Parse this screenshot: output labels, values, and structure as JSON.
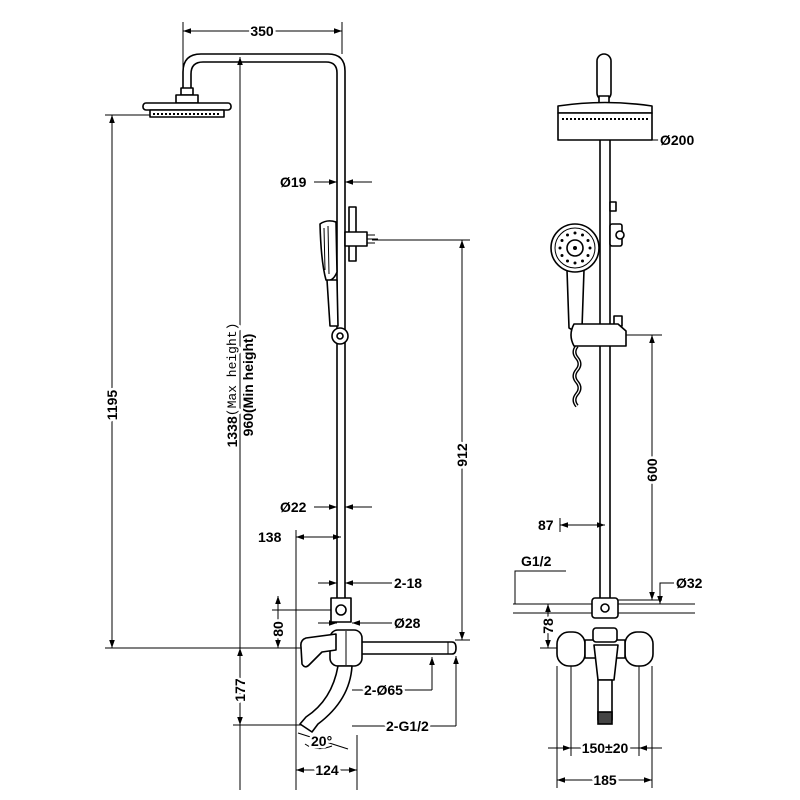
{
  "side_view": {
    "width_350": "350",
    "dia_19": "Ø19",
    "height_1195": "1195",
    "max_height_value": "1338",
    "max_height_note": "(Max height)",
    "min_height": "960(Min height)",
    "holder_912": "912",
    "dia_22": "Ø22",
    "offset_138": "138",
    "thread_2_18": "2-18",
    "offset_80": "80",
    "dia_28": "Ø28",
    "height_177": "177",
    "dia_2_65": "2-Ø65",
    "thread_2_g12": "2-G1/2",
    "angle_20": "20°",
    "width_124": "124"
  },
  "front_view": {
    "dia_200": "Ø200",
    "height_600": "600",
    "offset_87": "87",
    "thread_g12": "G1/2",
    "dia_32": "Ø32",
    "offset_78": "78",
    "spacing_150": "150±20",
    "width_185": "185"
  }
}
